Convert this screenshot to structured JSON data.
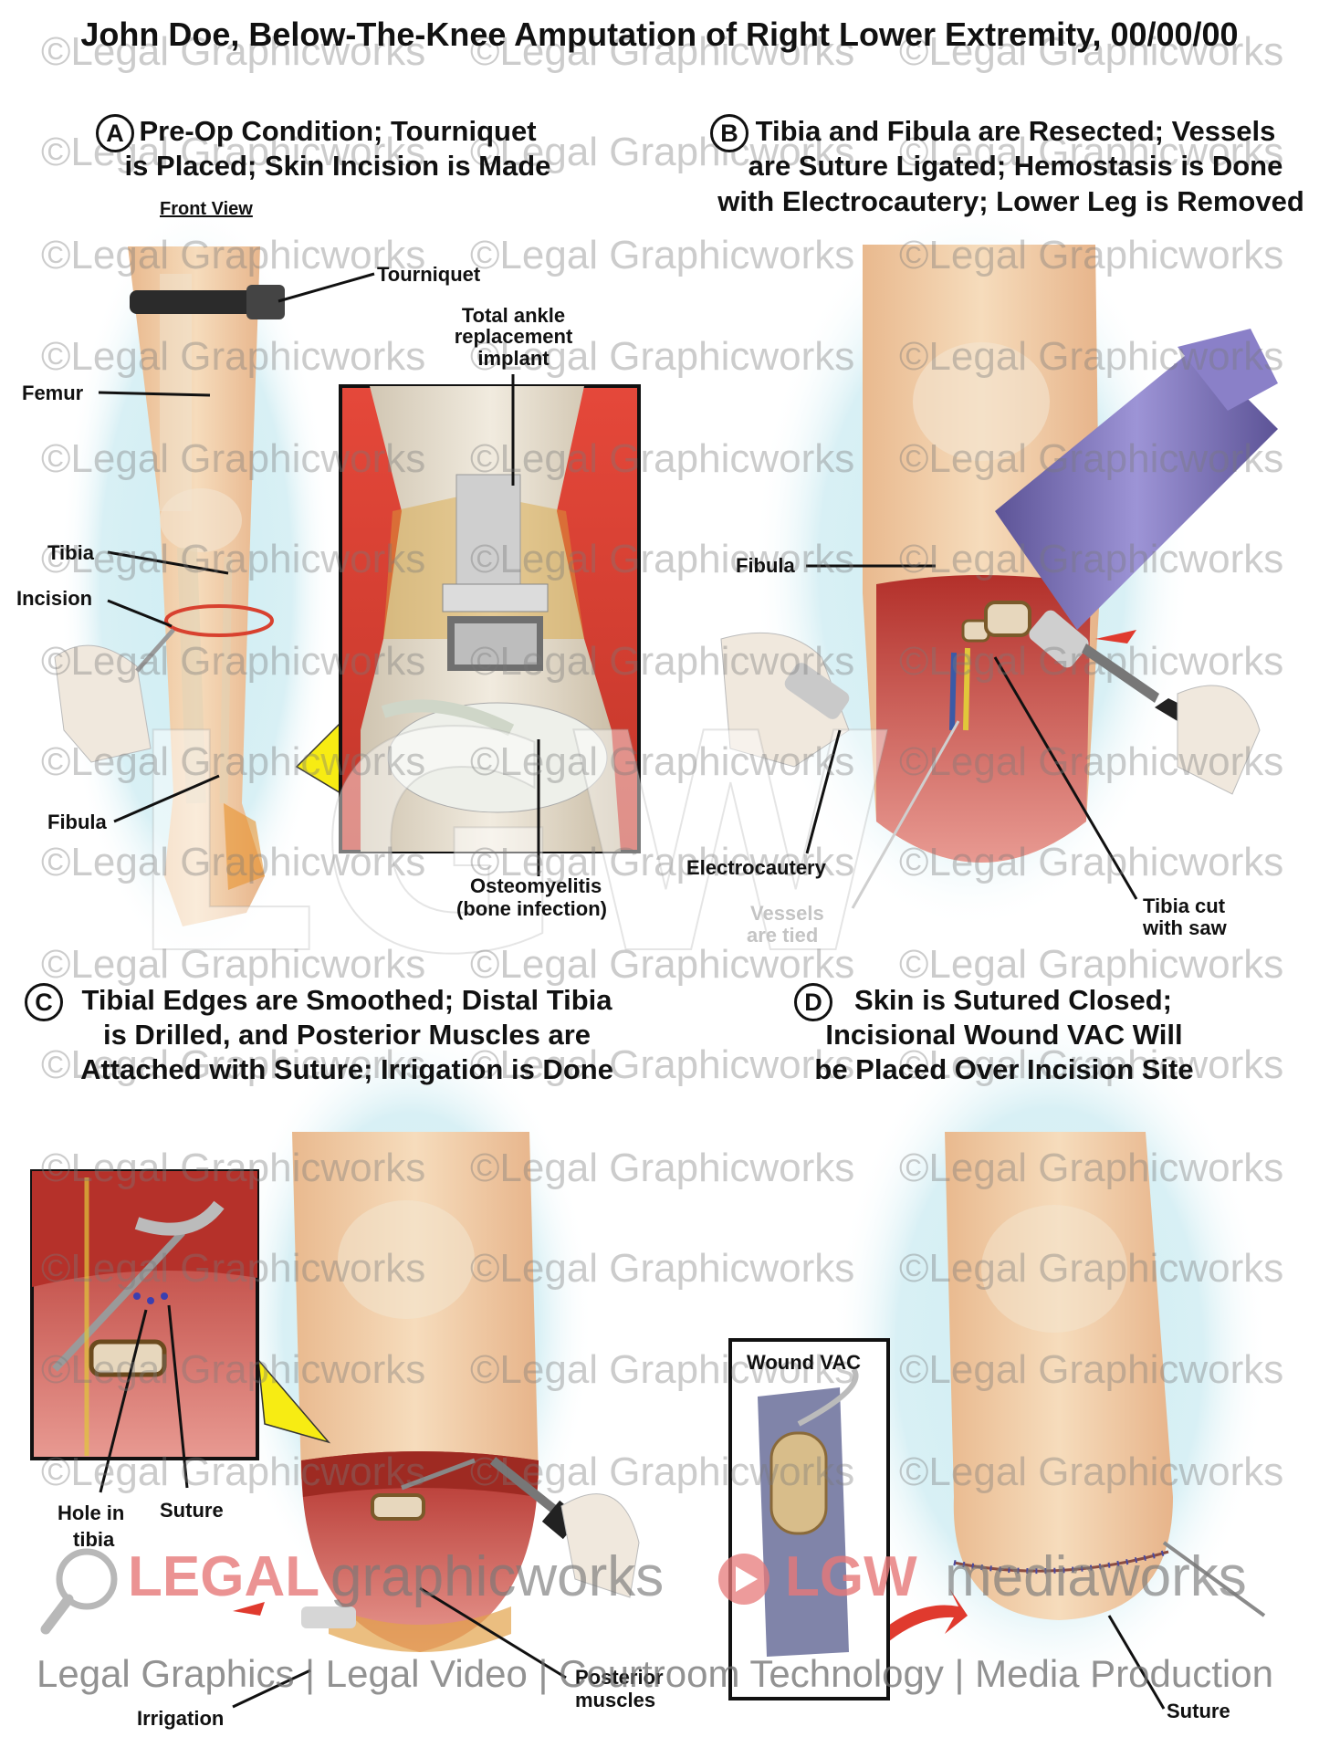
{
  "title": "John Doe, Below-The-Knee Amputation of Right Lower Extremity, 00/00/00",
  "watermark": "©Legal Graphicworks",
  "panels": {
    "a": {
      "letter": "A",
      "heading_line1": "Pre-Op Condition; Tourniquet",
      "heading_line2": "is Placed; Skin Incision is Made",
      "view": "Front View",
      "labels": {
        "tourniquet": "Tourniquet",
        "femur": "Femur",
        "tibia": "Tibia",
        "incision": "Incision",
        "fibula": "Fibula",
        "implant": "Total ankle replacement implant",
        "osteomyelitis_1": "Osteomyelitis",
        "osteomyelitis_2": "(bone infection)"
      }
    },
    "b": {
      "letter": "B",
      "heading_line1": "Tibia and Fibula are Resected; Vessels",
      "heading_line2": "are Suture Ligated; Hemostasis is Done",
      "heading_line3": "with Electrocautery; Lower Leg is Removed",
      "labels": {
        "fibula": "Fibula",
        "electrocautery": "Electrocautery",
        "vessels_1": "Vessels",
        "vessels_2": "are tied",
        "tibia_cut_1": "Tibia cut",
        "tibia_cut_2": "with saw"
      }
    },
    "c": {
      "letter": "C",
      "heading_line1": "Tibial Edges are Smoothed; Distal Tibia",
      "heading_line2": "is Drilled, and Posterior Muscles are",
      "heading_line3": "Attached with Suture; Irrigation is Done",
      "labels": {
        "hole_1": "Hole in",
        "hole_2": "tibia",
        "suture": "Suture",
        "irrigation": "Irrigation",
        "posterior_1": "Posterior",
        "posterior_2": "muscles"
      }
    },
    "d": {
      "letter": "D",
      "heading_line1": "Skin is Sutured Closed;",
      "heading_line2": "Incisional Wound VAC Will",
      "heading_line3": "be Placed Over Incision Site",
      "labels": {
        "wound_vac": "Wound VAC",
        "suture": "Suture"
      }
    }
  },
  "logo": {
    "monogram": "LGW",
    "legal": "LEGAL",
    "graphicworks": "graphicworks",
    "lgw": "LGW",
    "mediaworks": "mediaworks"
  },
  "footer": "Legal Graphics | Legal Video | Courtroom Technology | Media Production",
  "colors": {
    "skin": "#f1cfa8",
    "muscle": "#c2372e",
    "halo": "#bfe6ee",
    "instrument": "#8a7fc4",
    "accent_red": "#e03a2e"
  }
}
